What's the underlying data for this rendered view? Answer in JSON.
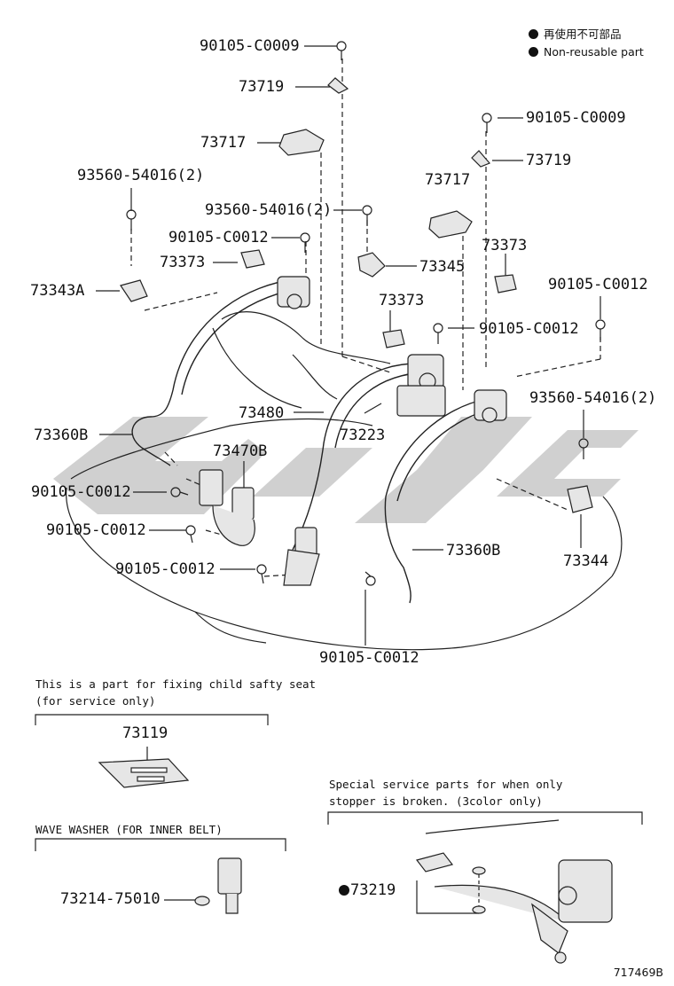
{
  "legend": {
    "items": [
      {
        "text": "再使用不可部品"
      },
      {
        "text": "Non-reusable part"
      }
    ]
  },
  "parts": {
    "p1": "90105-C0009",
    "p2": "73719",
    "p3": "73717",
    "p4": "93560-54016(2)",
    "p5": "90105-C0009",
    "p6": "73719",
    "p7": "73717",
    "p8": "93560-54016(2)",
    "p9": "90105-C0012",
    "p10": "73373",
    "p11": "73373",
    "p12": "73345",
    "p13": "73343A",
    "p14": "90105-C0012",
    "p15": "73373",
    "p16": "90105-C0012",
    "p17": "93560-54016(2)",
    "p18": "73480",
    "p19": "73223",
    "p20": "73360B",
    "p21": "73470B",
    "p22": "90105-C0012",
    "p23": "90105-C0012",
    "p24": "90105-C0012",
    "p25": "73360B",
    "p26": "73344",
    "p27": "90105-C0012",
    "p28": "73119",
    "p29": "73214-75010",
    "p30": "73219"
  },
  "notes": {
    "child_seat_line1": "This is a part for fixing child safty seat",
    "child_seat_line2": "(for service only)",
    "wave_washer": "WAVE WASHER (FOR INNER BELT)",
    "special_line1": "Special service parts for when only",
    "special_line2": "stopper is broken. (3color only)"
  },
  "reference": "717469B"
}
